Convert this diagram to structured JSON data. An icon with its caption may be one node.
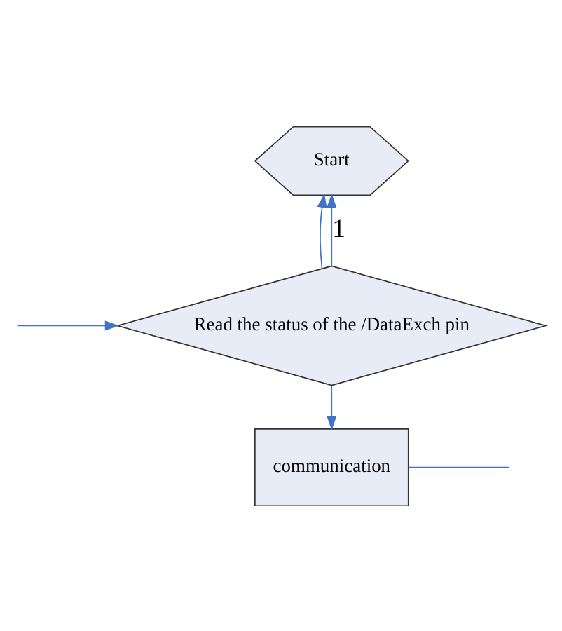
{
  "diagram": {
    "nodes": [
      {
        "text": [
          "Start"
        ]
      },
      {
        "text": [
          "Read the status of the /DataExch pin"
        ]
      },
      {
        "text": [
          "communication"
        ]
      }
    ],
    "edges": [
      {
        "from": 1,
        "to": 0,
        "arrow": "to"
      },
      {
        "from": 1,
        "to": 0,
        "label": "1",
        "arrow": "to"
      },
      {
        "from": null,
        "to": 1,
        "arrow": "to"
      },
      {
        "from": 1,
        "to": 2,
        "arrow": "to"
      },
      {
        "from": 2,
        "to": null,
        "arrow": "none"
      }
    ]
  }
}
